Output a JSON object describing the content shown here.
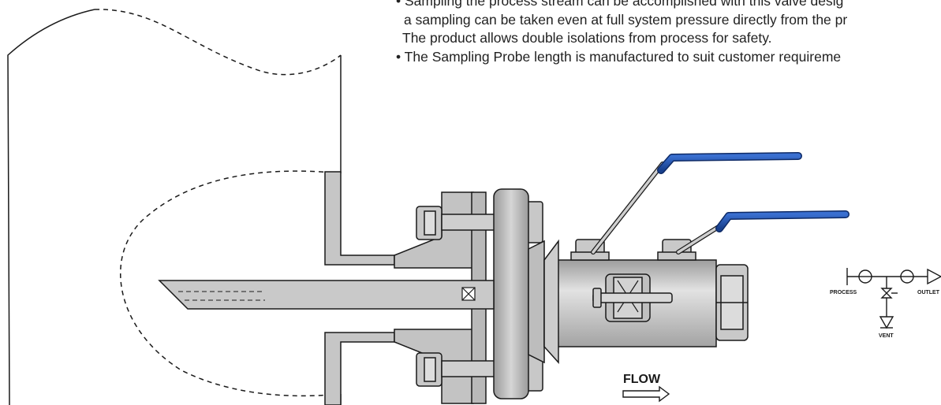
{
  "description_lines": [
    "• Sampling the process stream can be accomplished with this valve desig",
    "a sampling can be taken even at full system pressure directly from the pr",
    "The product allows double isolations  from process for safety.",
    "•  The Sampling Probe length is manufactured to suit customer requireme"
  ],
  "diagram": {
    "flow_label": "FLOW",
    "schematic": {
      "process_label": "PROCESS",
      "outlet_label": "OUTLET",
      "vent_label": "VENT"
    }
  },
  "colors": {
    "metal": "#c6c6c6",
    "metal_dark": "#a9a9a9",
    "handle": "#1f4fa8",
    "line": "#1a1a1a"
  }
}
